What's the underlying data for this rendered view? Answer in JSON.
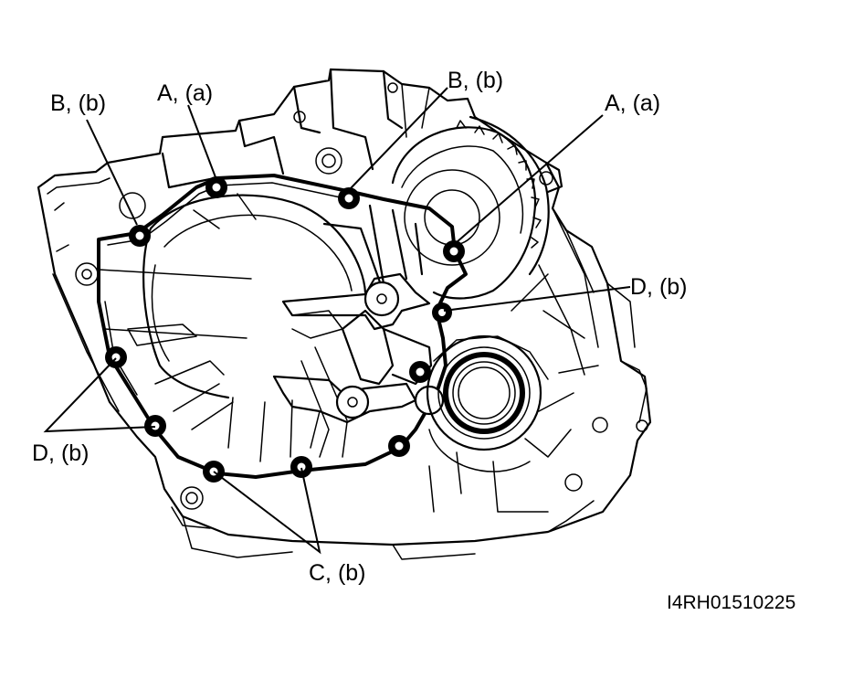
{
  "figure": {
    "image_code": "I4RH01510225"
  },
  "callouts": [
    {
      "id": "b-left",
      "text": "B, (b)"
    },
    {
      "id": "a-left",
      "text": "A, (a)"
    },
    {
      "id": "b-top",
      "text": "B, (b)"
    },
    {
      "id": "a-right",
      "text": "A, (a)"
    },
    {
      "id": "d-right",
      "text": "D, (b)"
    },
    {
      "id": "d-left",
      "text": "D, (b)"
    },
    {
      "id": "c-bottom",
      "text": "C, (b)"
    }
  ],
  "colors": {
    "ink": "#000000",
    "paper": "#ffffff"
  }
}
